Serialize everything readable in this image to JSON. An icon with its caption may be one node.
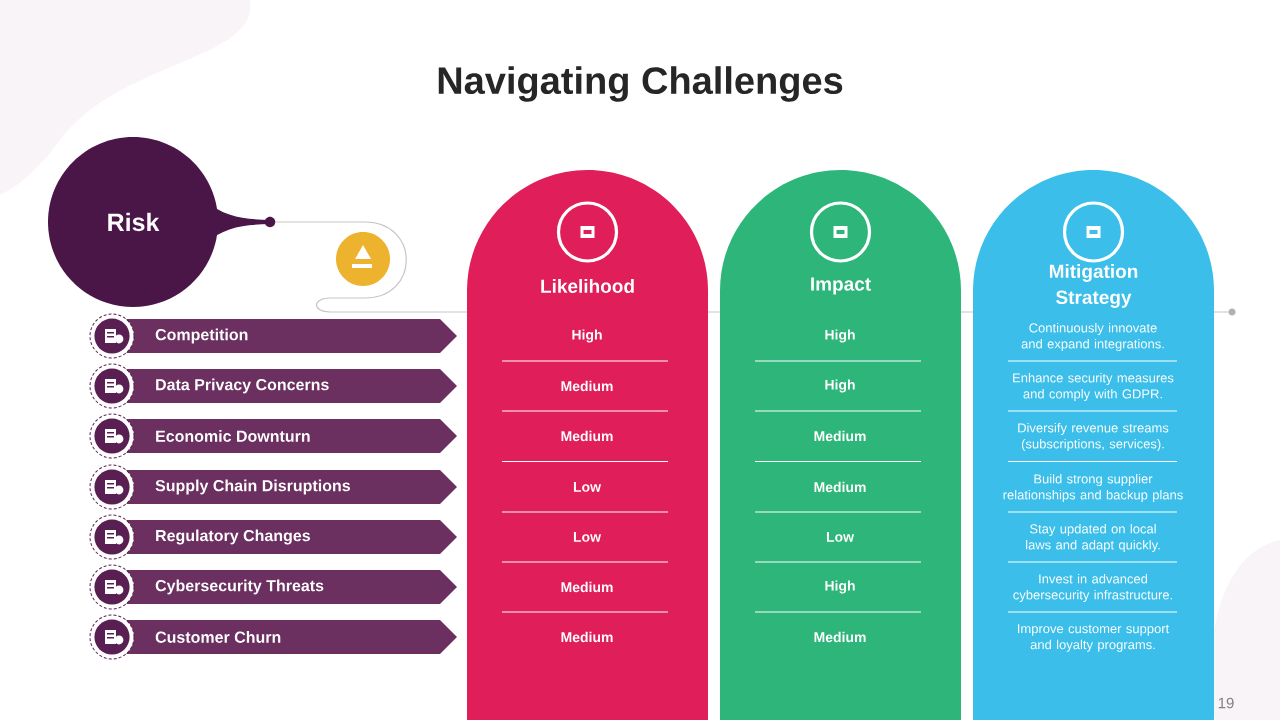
{
  "diagram": {
    "title": "Navigating Challenges",
    "nodes": [
      {
        "text": [
          "Risk"
        ]
      },
      {
        "text": [
          "Competition"
        ]
      },
      {
        "text": [
          "Data Privacy Concerns"
        ]
      },
      {
        "text": [
          "Economic Downturn"
        ]
      },
      {
        "text": [
          "Supply Chain Disruptions"
        ]
      },
      {
        "text": [
          "Regulatory Changes"
        ]
      },
      {
        "text": [
          "Cybersecurity Threats"
        ]
      },
      {
        "text": [
          "Customer Churn"
        ]
      },
      {
        "text": [
          "Likelihood"
        ]
      },
      {
        "text": [
          "Impact"
        ]
      },
      {
        "text": [
          "Mitigation Strategy"
        ]
      }
    ],
    "labels": [
      "High",
      "High",
      "Continuously innovate and expand integrations.",
      "Medium",
      "High",
      "Enhance security measures and comply with GDPR.",
      "Medium",
      "Medium",
      "Diversify revenue streams (subscriptions, services).",
      "Low",
      "Medium",
      "Build strong supplier relationships and backup plans",
      "Low",
      "Low",
      "Stay updated on local laws and adapt quickly.",
      "Medium",
      "High",
      "Invest in advanced cybersecurity infrastructure.",
      "Medium",
      "Medium",
      "Improve customer support and loyalty programs.",
      "19"
    ]
  }
}
